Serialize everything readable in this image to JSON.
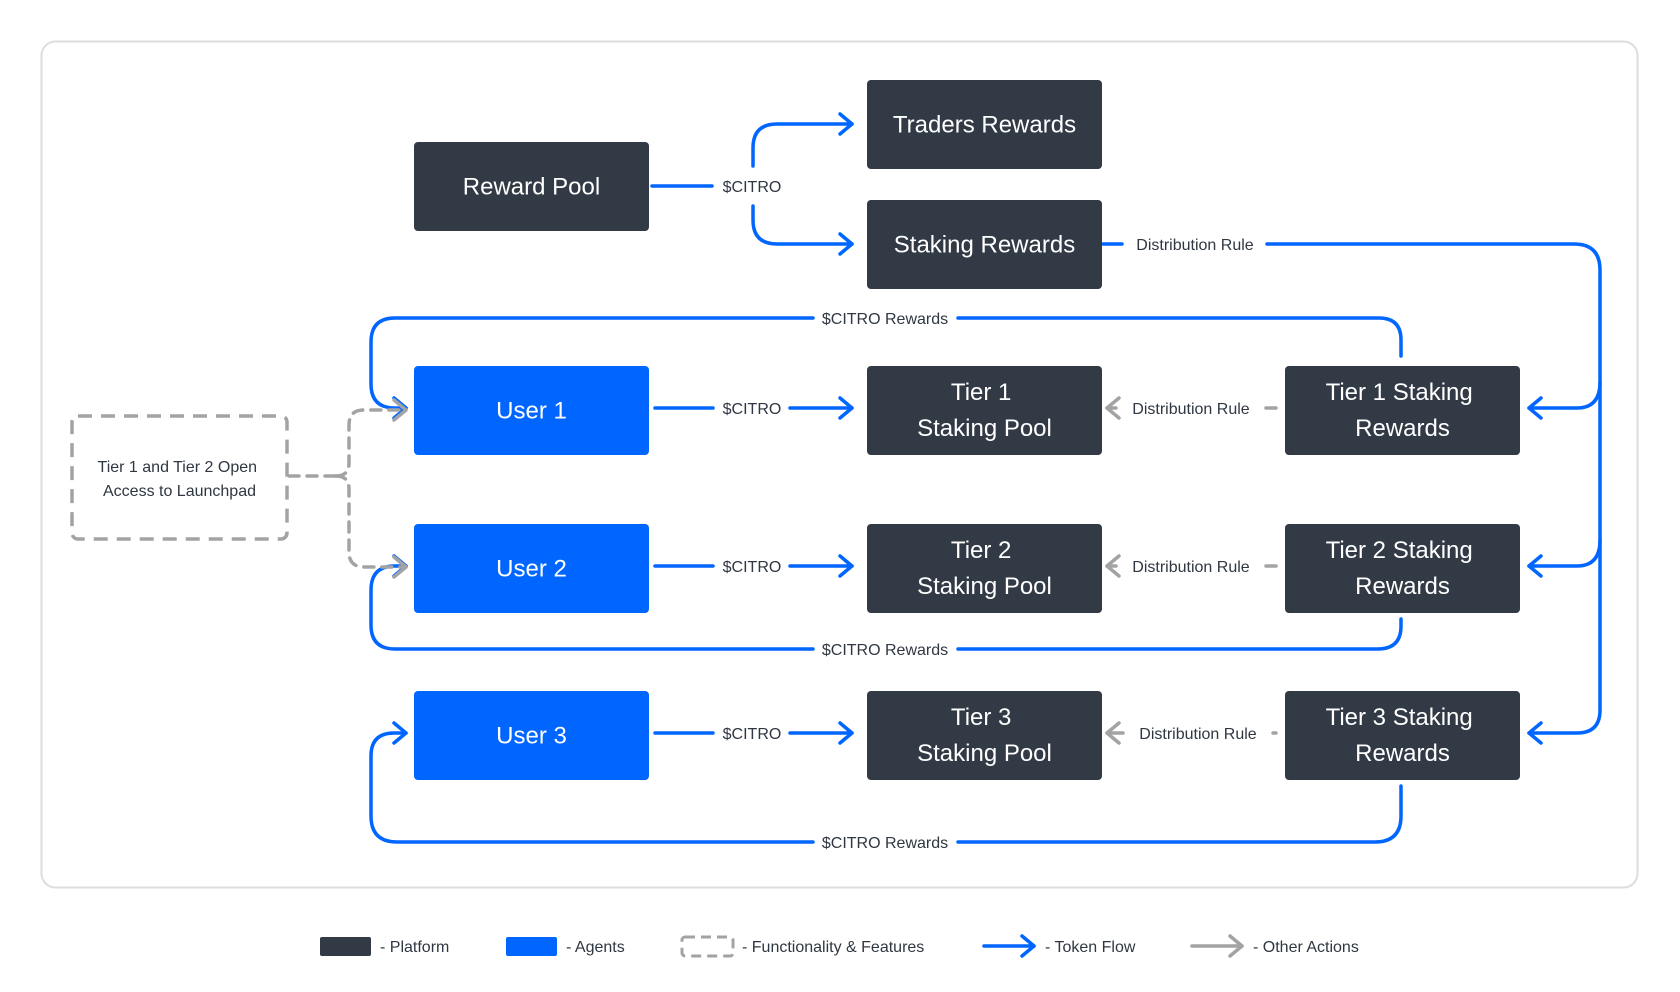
{
  "colors": {
    "platform": "#313a45",
    "agent": "#0066ff",
    "token_flow": "#0066ff",
    "other_action": "#a3a3a3",
    "frame_border": "#dddddd",
    "text_dark": "#2f3742"
  },
  "nodes": {
    "reward_pool": [
      "Reward Pool"
    ],
    "traders_rewards": [
      "Traders Rewards"
    ],
    "staking_rewards": [
      "Staking Rewards"
    ],
    "user1": [
      "User 1"
    ],
    "user2": [
      "User 2"
    ],
    "user3": [
      "User 3"
    ],
    "tier1_pool": [
      "Tier 1",
      "Staking Pool"
    ],
    "tier2_pool": [
      "Tier 2",
      "Staking Pool"
    ],
    "tier3_pool": [
      "Tier 3",
      "Staking Pool"
    ],
    "tier1_rewards": [
      "Tier 1 Staking",
      "Rewards"
    ],
    "tier2_rewards": [
      "Tier 2 Staking",
      "Rewards"
    ],
    "tier3_rewards": [
      "Tier 3 Staking",
      "Rewards"
    ]
  },
  "feature_box": [
    "Tier 1 and Tier 2 Open",
    "Access to Launchpad"
  ],
  "edge_labels": {
    "reward_split": "$CITRO",
    "staking_distribution": "Distribution Rule",
    "user1_stake": "$CITRO",
    "user2_stake": "$CITRO",
    "user3_stake": "$CITRO",
    "tier1_distribution": "Distribution Rule",
    "tier2_distribution": "Distribution Rule",
    "tier3_distribution": "Distribution Rule",
    "tier1_return": "$CITRO Rewards",
    "tier2_return": "$CITRO Rewards",
    "tier3_return": "$CITRO Rewards"
  },
  "legend": {
    "platform": "- Platform",
    "agents": "- Agents",
    "features": "- Functionality & Features",
    "token_flow": "- Token Flow",
    "other_actions": "- Other Actions"
  }
}
